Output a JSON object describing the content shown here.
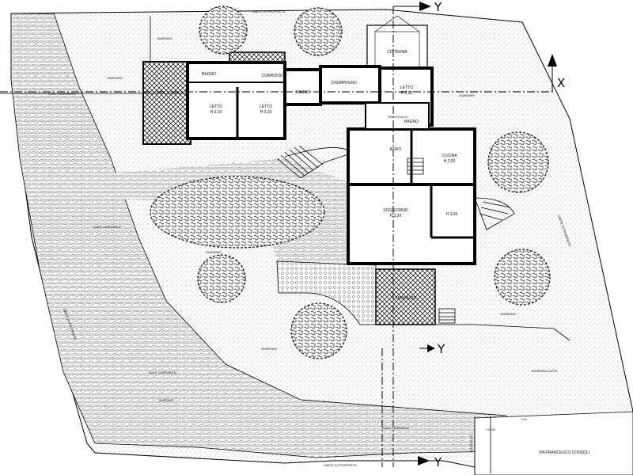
{
  "labels": {
    "limite_top": "LIMITE DI PROPRIETA'",
    "limite_left": "LIMITE DI PROPRIETA'",
    "limite_bottom": "LIMITE DI PROPRIETA'",
    "limite_right": "LIMITE DI PROPRIETA'",
    "giardino": "GIARDINO",
    "viale_carrabile": "VIALE CARRABILE",
    "cisterna": "CISTERNA",
    "bagno": "BAGNO",
    "corridoio": "CORRIDOIO",
    "disimpegno": "DISIMPEGNO",
    "letto": "LETTO",
    "letto_h_a": "H 3,20",
    "letto_h_b": "H 3,10",
    "letto_h_c": "H 3,00",
    "ripostiglio": "RIPOSTIGLIO",
    "atrio": "ATRIO",
    "cucina": "CUCINA",
    "cucina_h": "H 3,00",
    "soggiorno": "SOGGIORNO",
    "soggiorno_h": "H 3,20",
    "soggiorno_h2": "H 3,00",
    "terrazzo": "TERRAZZO",
    "ingresso_auto": "INGRESSO AUTO",
    "via": "VIA FRANCESCO CONSOLI",
    "quota_a": "7,00",
    "quota_b": "CIV.32",
    "cancello": "CANCELLO",
    "axis_x": "X",
    "axis_y": "Y"
  }
}
